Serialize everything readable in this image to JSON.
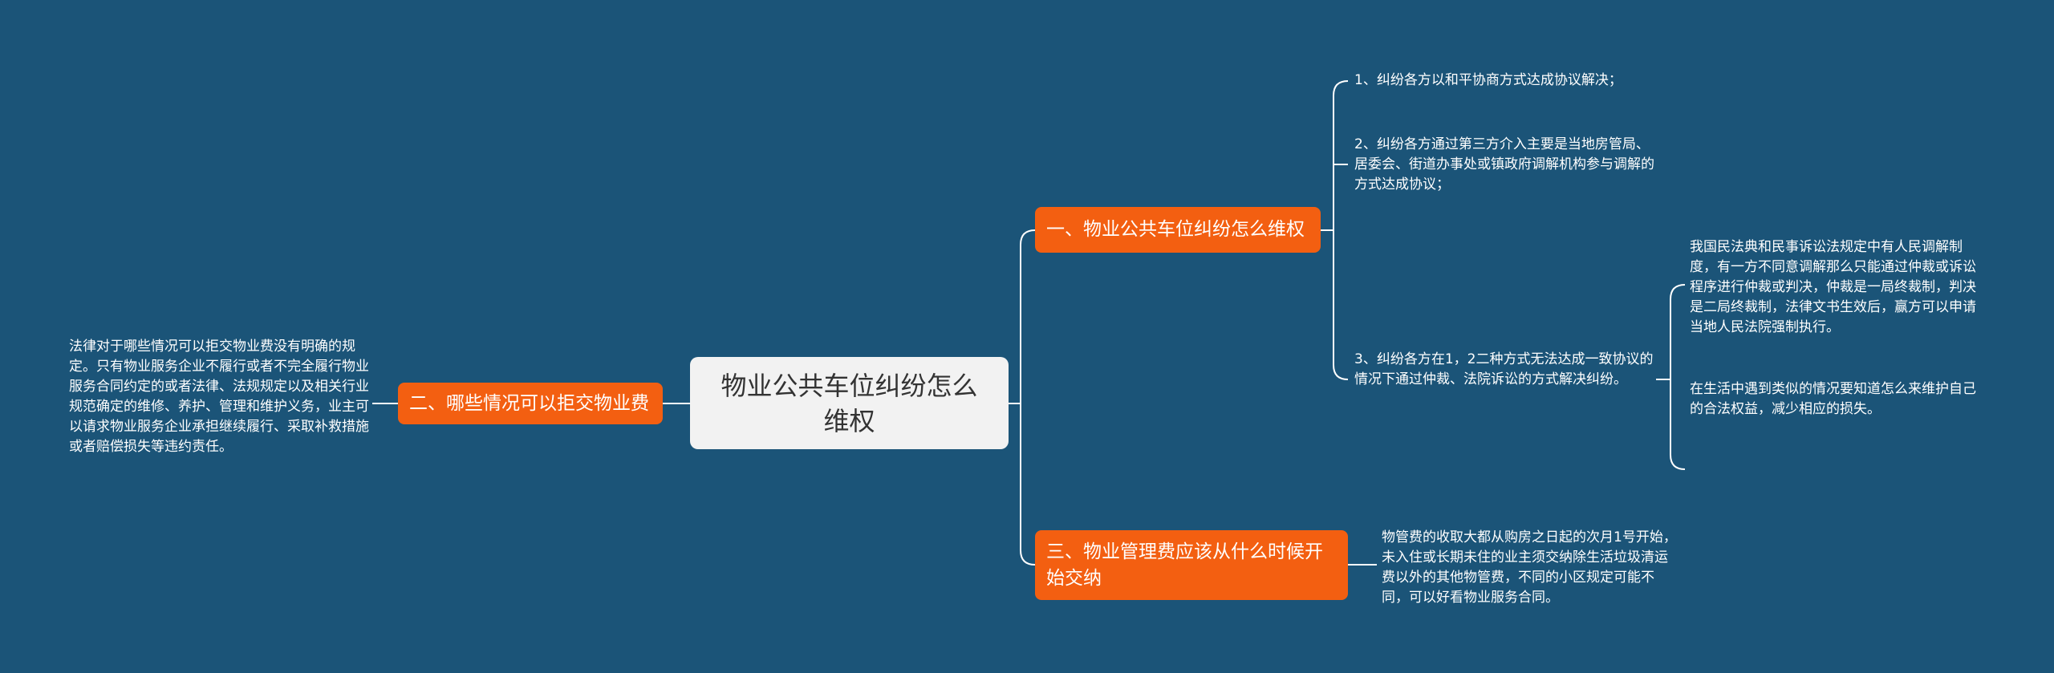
{
  "root": "物业公共车位纠纷怎么维权",
  "left_branch": {
    "label": "二、哪些情况可以拒交物业费",
    "text": "法律对于哪些情况可以拒交物业费没有明确的规定。只有物业服务企业不履行或者不完全履行物业服务合同约定的或者法律、法规规定以及相关行业规范确定的维修、养护、管理和维护义务，业主可以请求物业服务企业承担继续履行、采取补救措施或者赔偿损失等违约责任。"
  },
  "branch1": {
    "label": "一、物业公共车位纠纷怎么维权",
    "item1": "1、纠纷各方以和平协商方式达成协议解决；",
    "item2": "2、纠纷各方通过第三方介入主要是当地房管局、居委会、街道办事处或镇政府调解机构参与调解的方式达成协议；",
    "item3": "3、纠纷各方在1，2二种方式无法达成一致协议的情况下通过仲裁、法院诉讼的方式解决纠纷。",
    "sub1": "我国民法典和民事诉讼法规定中有人民调解制度，有一方不同意调解那么只能通过仲裁或诉讼程序进行仲裁或判决，仲裁是一局终裁制，判决是二局终裁制，法律文书生效后，赢方可以申请当地人民法院强制执行。",
    "sub2": "在生活中遇到类似的情况要知道怎么来维护自己的合法权益，减少相应的损失。"
  },
  "branch3": {
    "label": "三、物业管理费应该从什么时候开始交纳",
    "text": "物管费的收取大都从购房之日起的次月1号开始，未入住或长期未住的业主须交纳除生活垃圾清运费以外的其他物管费，不同的小区规定可能不同，可以好看物业服务合同。"
  },
  "colors": {
    "background": "#1b5478",
    "branch": "#f35f11",
    "root": "#f2f2f2",
    "line": "#ffffff"
  }
}
